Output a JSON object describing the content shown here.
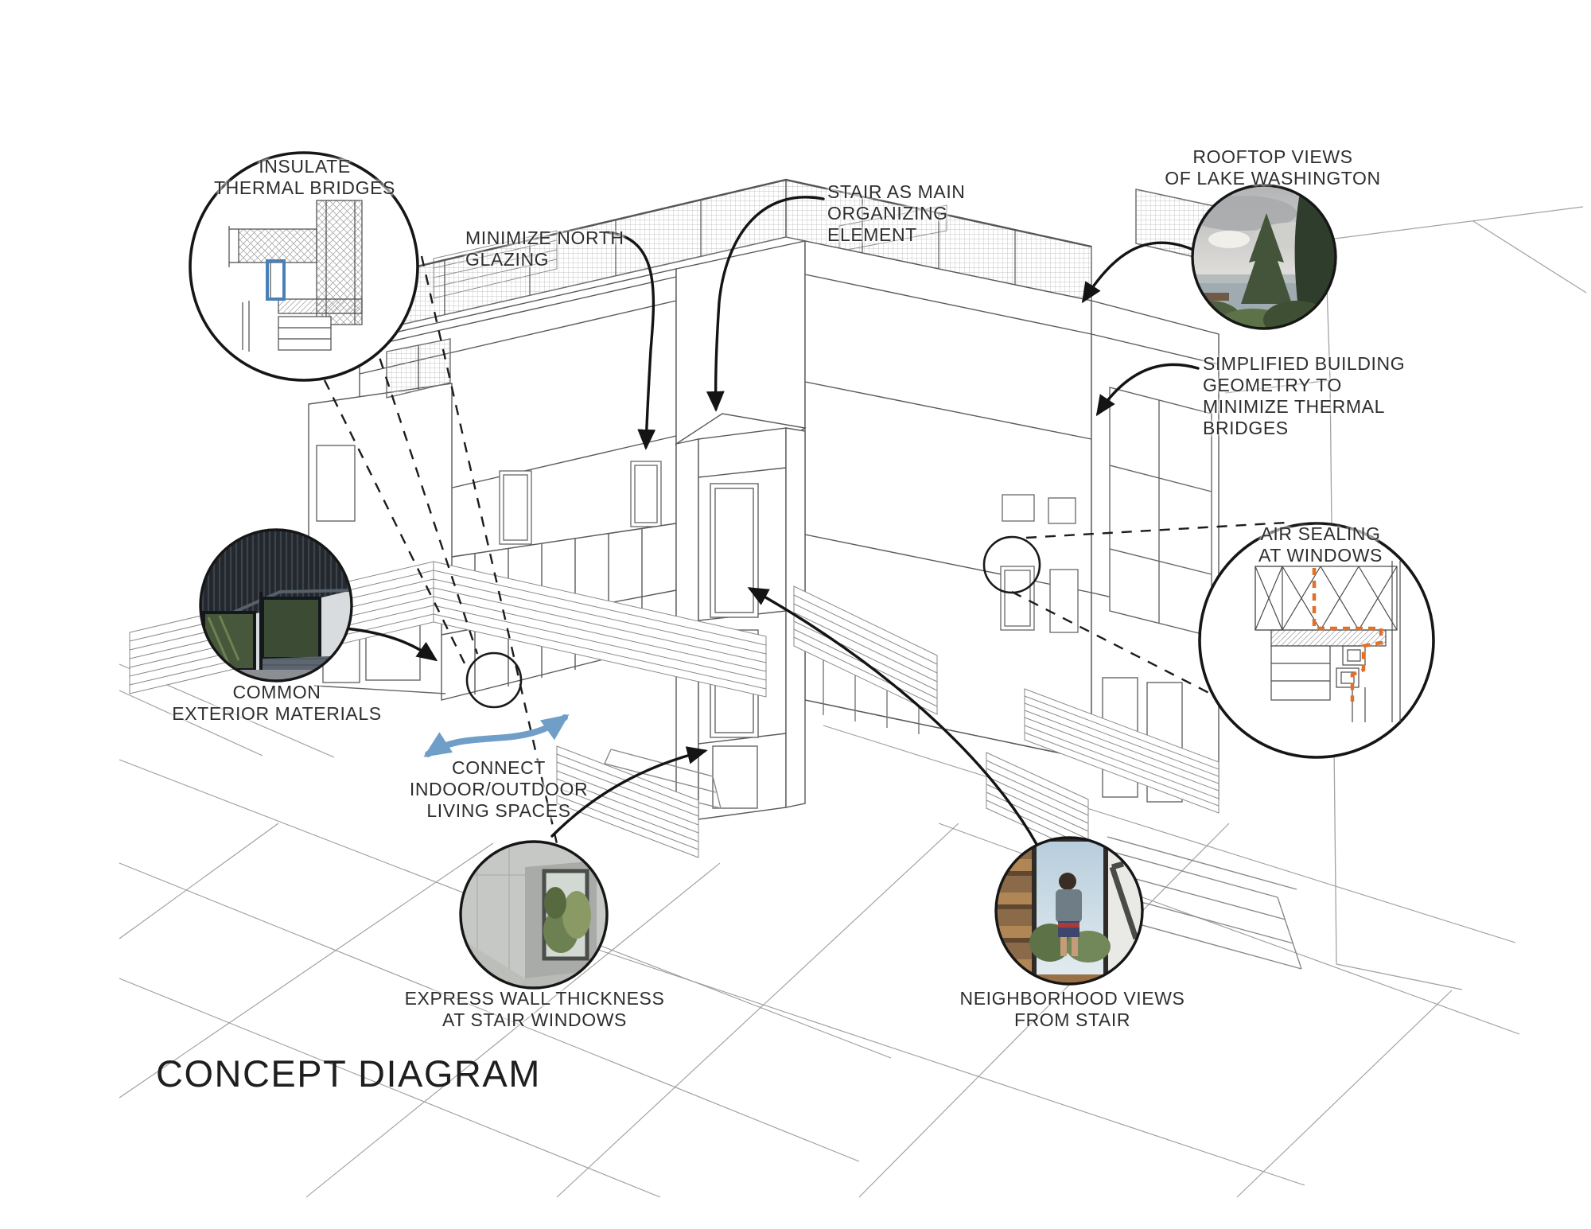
{
  "title": "CONCEPT DIAGRAM",
  "colors": {
    "connect_arrow": "#6f9fc9",
    "detail_highlight_blue": "#4a80b8",
    "air_seal_orange": "#e0702a"
  },
  "annotations": {
    "insulate": {
      "l1": "INSULATE",
      "l2": "THERMAL BRIDGES"
    },
    "minimize": {
      "l1": "MINIMIZE NORTH",
      "l2": "GLAZING"
    },
    "stair": {
      "l1": "STAIR AS MAIN",
      "l2": "ORGANIZING",
      "l3": "ELEMENT"
    },
    "rooftop": {
      "l1": "ROOFTOP VIEWS",
      "l2": "OF LAKE WASHINGTON"
    },
    "simplified": {
      "l1": "SIMPLIFIED BUILDING",
      "l2": "GEOMETRY TO",
      "l3": "MINIMIZE THERMAL",
      "l4": "BRIDGES"
    },
    "airsealing": {
      "l1": "AIR SEALING",
      "l2": "AT WINDOWS"
    },
    "common": {
      "l1": "COMMON",
      "l2": "EXTERIOR MATERIALS"
    },
    "connect": {
      "l1": "CONNECT",
      "l2": "INDOOR/OUTDOOR",
      "l3": "LIVING SPACES"
    },
    "express": {
      "l1": "EXPRESS WALL THICKNESS",
      "l2": "AT STAIR WINDOWS"
    },
    "neighborhood": {
      "l1": "NEIGHBORHOOD VIEWS",
      "l2": "FROM STAIR"
    }
  }
}
